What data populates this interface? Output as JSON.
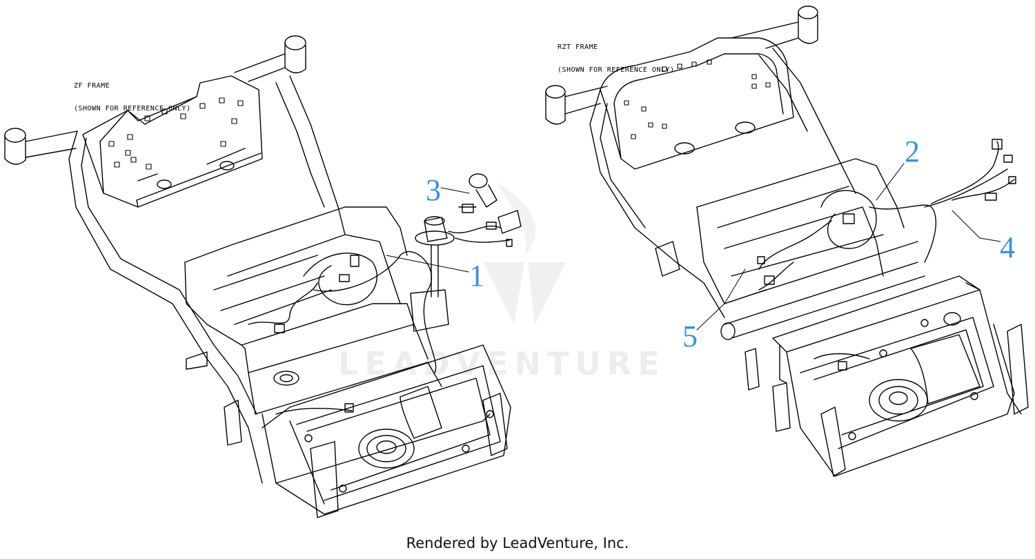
{
  "labels": {
    "zf_frame": "ZF FRAME",
    "zf_note": "(SHOWN FOR REFERENCE ONLY)",
    "rzt_frame": "RZT FRAME",
    "rzt_note": "(SHOWN FOR REFERENCE ONLY)"
  },
  "callouts": [
    {
      "id": "1",
      "text": "1"
    },
    {
      "id": "2",
      "text": "2"
    },
    {
      "id": "3",
      "text": "3"
    },
    {
      "id": "4",
      "text": "4"
    },
    {
      "id": "5",
      "text": "5"
    }
  ],
  "watermark": "LEADVENTURE",
  "footer": "Rendered by LeadVenture, Inc.",
  "colors": {
    "callout": "#3b8fe6",
    "line": "#000000",
    "watermark": "#ededed"
  }
}
